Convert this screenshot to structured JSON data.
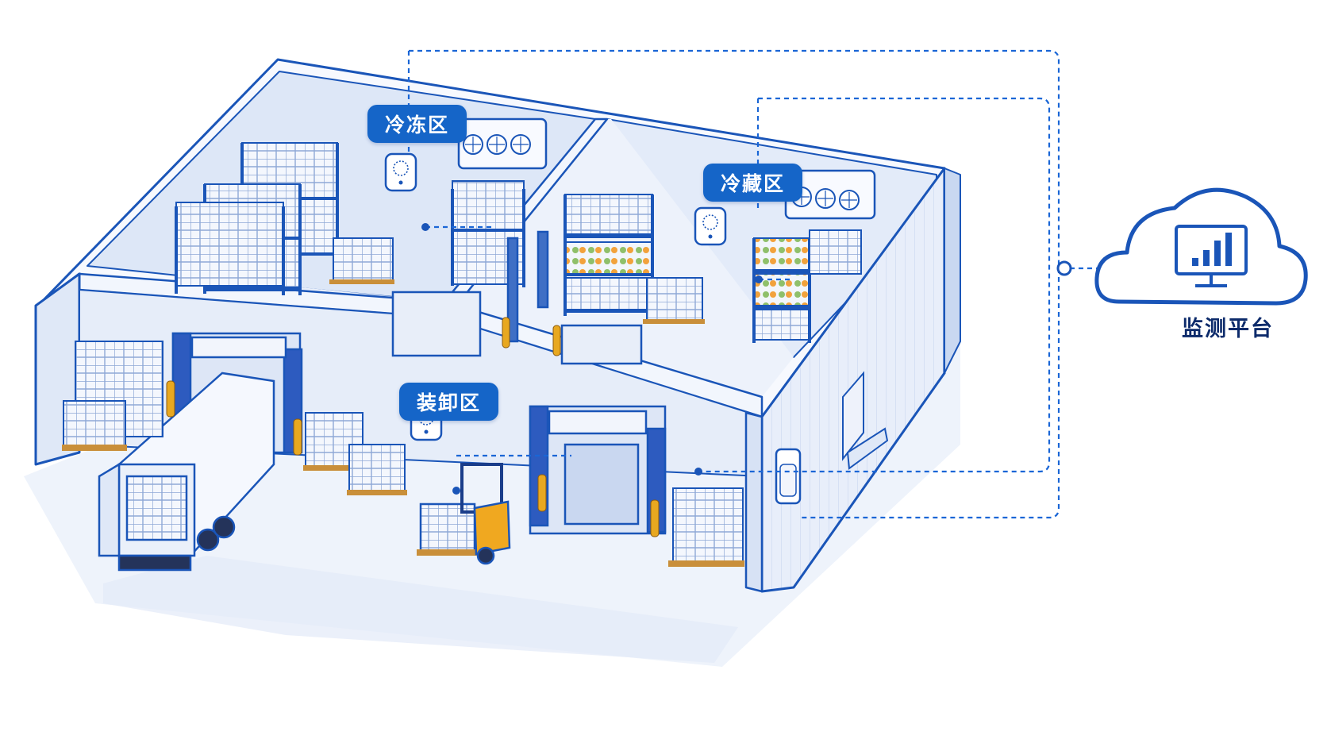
{
  "zones": {
    "freezer": {
      "label": "冷冻区"
    },
    "chiller": {
      "label": "冷藏区"
    },
    "loading": {
      "label": "装卸区"
    }
  },
  "platform": {
    "label": "监测平台"
  },
  "colors": {
    "line": "#1a5fc8",
    "accent": "#1565c8",
    "wall": "#e6edf9",
    "floor": "#f1f5fc",
    "bollard": "#e8a820",
    "box": "#f3f6fc"
  },
  "icons": [
    "temperature-sensor-icon",
    "cloud-icon",
    "monitor-bar-chart-icon",
    "evaporator-fan-icon"
  ]
}
